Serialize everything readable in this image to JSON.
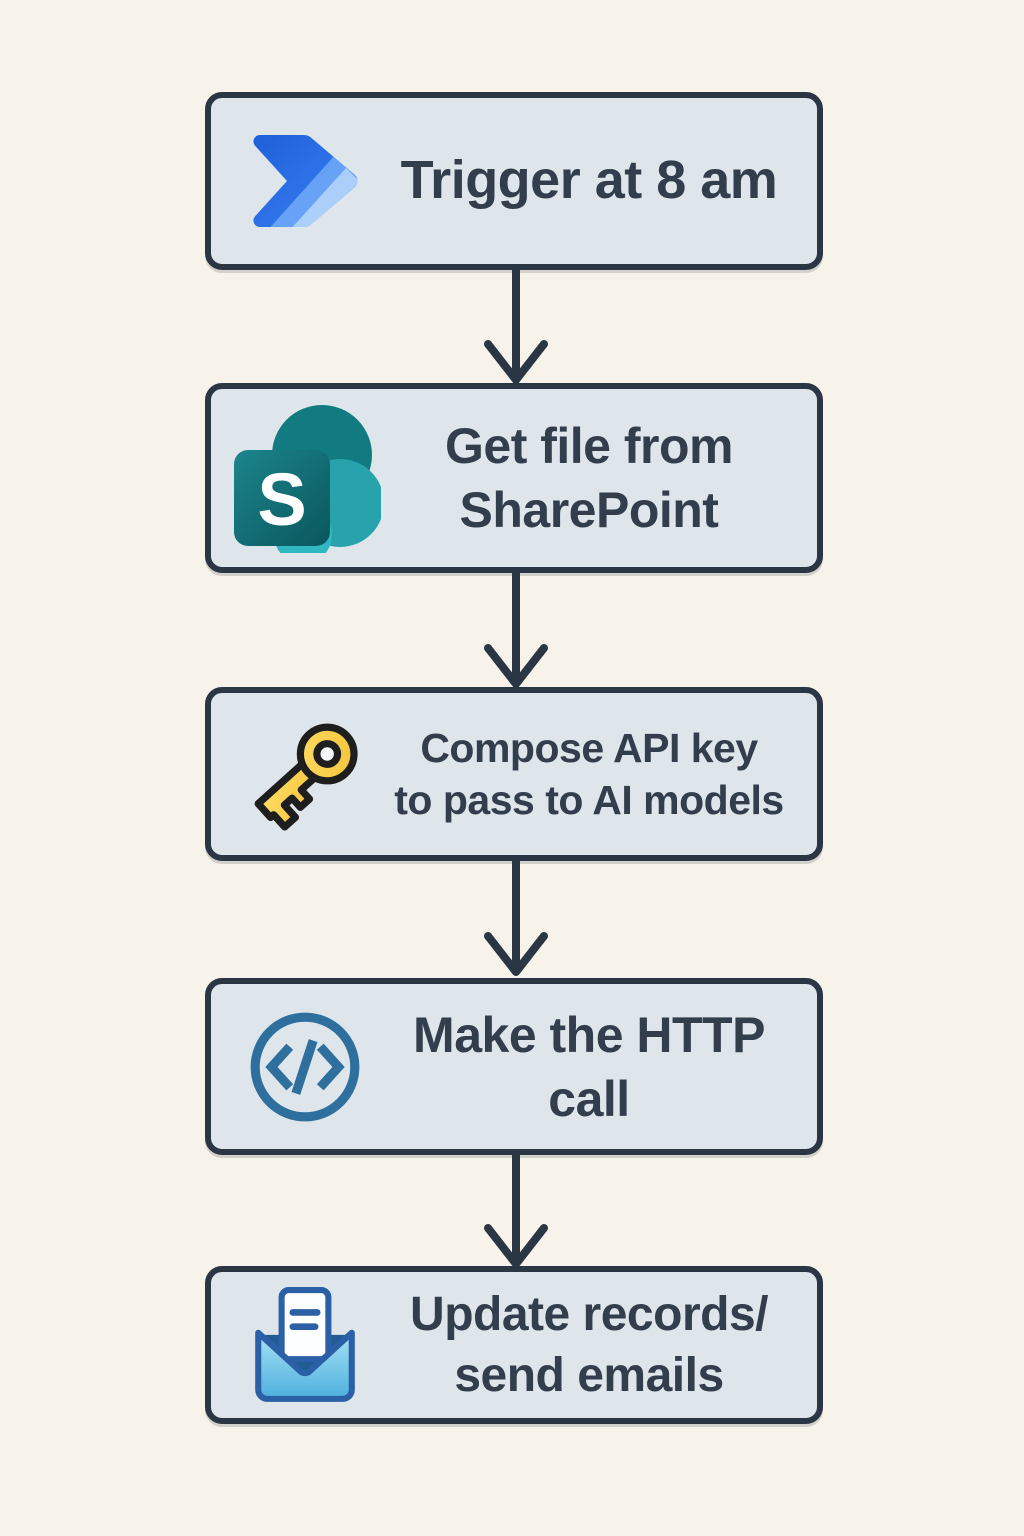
{
  "diagram": {
    "title_hint": "Power Automate flow diagram",
    "background_color": "#f7f2ea",
    "node_fill_color": "#dee6ec",
    "node_border_color": "#2b3645",
    "text_color": "#333e4d",
    "arrow_color": "#2b3645",
    "icon_colors": {
      "power_automate_blue": "#2e6ff0",
      "sharepoint_teal_dark": "#127b82",
      "sharepoint_teal_mid": "#29a3ab",
      "sharepoint_teal_light": "#31b7c2",
      "key_yellow": "#f9cf4a",
      "code_blue": "#2e6f9e",
      "mail_blue_outline": "#2b5fa6",
      "mail_blue_fill": "#6cc5e8"
    },
    "steps": [
      {
        "icon": "power-automate-icon",
        "line1": "Trigger at 8 am",
        "line2": ""
      },
      {
        "icon": "sharepoint-icon",
        "line1": "Get file from",
        "line2": "SharePoint"
      },
      {
        "icon": "key-icon",
        "line1": "Compose API key",
        "line2": "to pass to AI models"
      },
      {
        "icon": "code-icon",
        "line1": "Make the HTTP",
        "line2": "call"
      },
      {
        "icon": "mail-envelope-icon",
        "line1": "Update records/",
        "line2": "send emails"
      }
    ]
  }
}
